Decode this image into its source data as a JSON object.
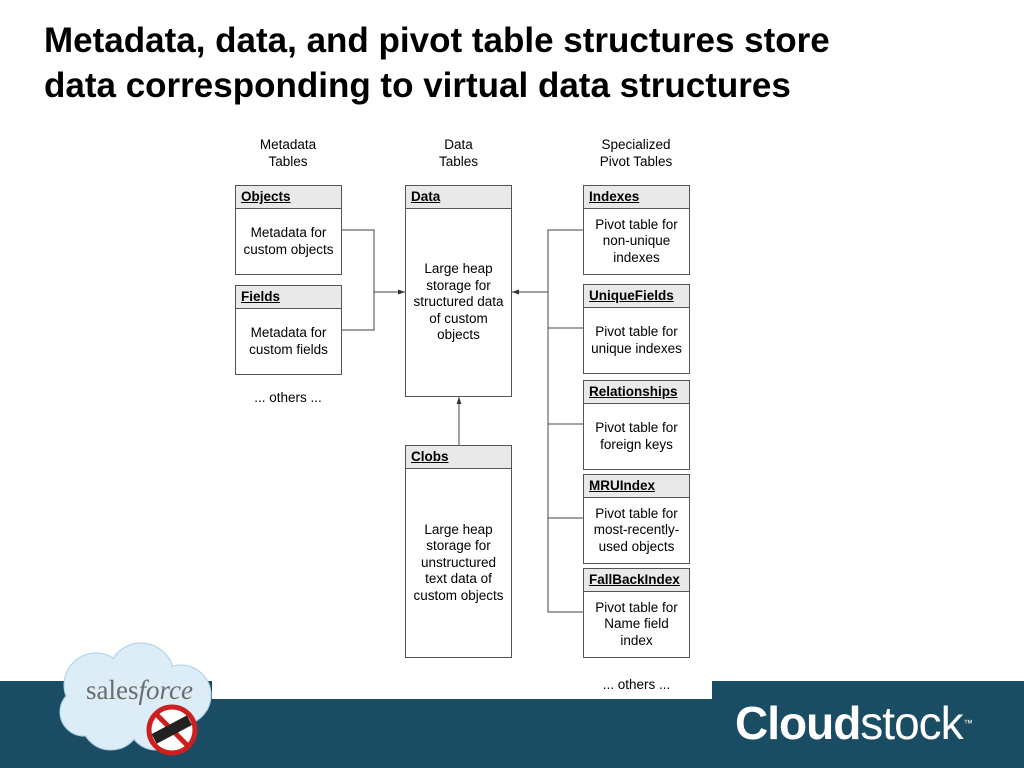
{
  "slide": {
    "title_line1": "Metadata, data, and pivot table structures store",
    "title_line2": "data corresponding to virtual data structures"
  },
  "columns": {
    "metadata": "Metadata\nTables",
    "data": "Data\nTables",
    "pivot": "Specialized\nPivot Tables"
  },
  "metadata_tables": [
    {
      "name": "Objects",
      "desc": "Metadata for custom objects"
    },
    {
      "name": "Fields",
      "desc": "Metadata for custom fields"
    }
  ],
  "metadata_others": "... others ...",
  "data_tables": [
    {
      "name": "Data",
      "desc": "Large heap storage for structured data of custom objects"
    },
    {
      "name": "Clobs",
      "desc": "Large heap storage for unstructured text data of custom objects"
    }
  ],
  "pivot_tables": [
    {
      "name": "Indexes",
      "desc": "Pivot table for non-unique indexes"
    },
    {
      "name": "UniqueFields",
      "desc": "Pivot table for unique indexes"
    },
    {
      "name": "Relationships",
      "desc": "Pivot table for foreign keys"
    },
    {
      "name": "MRUIndex",
      "desc": "Pivot table for most-recently-used objects"
    },
    {
      "name": "FallBackIndex",
      "desc": "Pivot table for Name field index"
    }
  ],
  "pivot_others": "... others ...",
  "branding": {
    "salesforce_sales": "sales",
    "salesforce_force": "force",
    "cloudstock_bold": "Cloud",
    "cloudstock_light": "stock",
    "cloudstock_tm": "™",
    "footer_color": "#1a4d63",
    "header_fill": "#e9e9e9",
    "cloud_color": "#cfe6f5",
    "stamp_color": "#cc1f1f"
  }
}
